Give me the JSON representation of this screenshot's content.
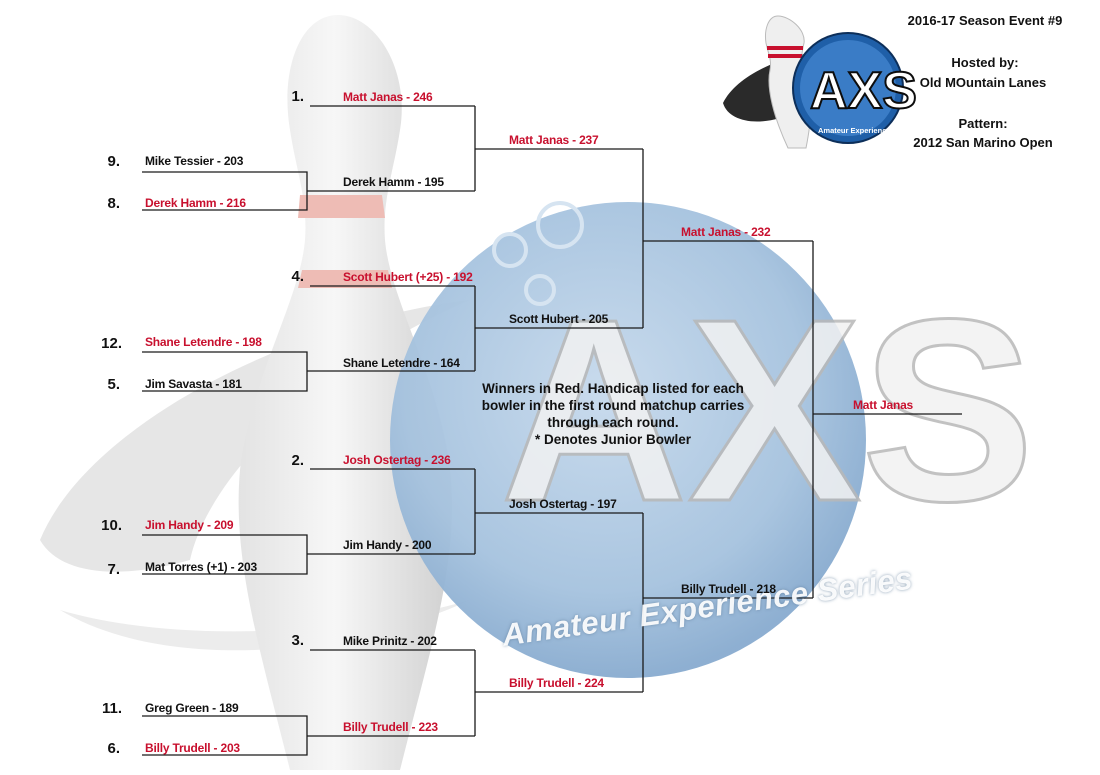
{
  "event": {
    "season_line": "2016-17 Season Event #9",
    "hosted_label": "Hosted by:",
    "host": "Old MOuntain Lanes",
    "pattern_label": "Pattern:",
    "pattern": "2012 San Marino Open"
  },
  "note": {
    "line1": "Winners in Red.  Handicap listed for each",
    "line2": "bowler in the first round matchup carries",
    "line3": "through each round.",
    "line4": "* Denotes Junior Bowler"
  },
  "logo": {
    "mark": "AXS",
    "ring_text": "Amateur Experience Series"
  },
  "watermark": {
    "text": "Amateur Experience Series"
  },
  "seeds": {
    "s1": "1.",
    "s9": "9.",
    "s8": "8.",
    "s4": "4.",
    "s12": "12.",
    "s5": "5.",
    "s2": "2.",
    "s10": "10.",
    "s7": "7.",
    "s3": "3.",
    "s11": "11.",
    "s6": "6."
  },
  "round1": {
    "m1_top": "Mike Tessier - 203",
    "m1_bottom": "Derek Hamm - 216",
    "m2_top": "Shane Letendre - 198",
    "m2_bottom": "Jim Savasta - 181",
    "m3_top": "Jim Handy - 209",
    "m3_bottom": "Mat Torres (+1) - 203",
    "m4_top": "Greg Green - 189",
    "m4_bottom": "Billy Trudell - 203"
  },
  "round2": {
    "m1_top": "Matt Janas - 246",
    "m1_bottom": "Derek Hamm - 195",
    "m2_top": "Scott Hubert (+25) - 192",
    "m2_bottom": "Shane Letendre - 164",
    "m3_top": "Josh Ostertag - 236",
    "m3_bottom": "Jim Handy - 200",
    "m4_top": "Mike Prinitz - 202",
    "m4_bottom": "Billy Trudell - 223"
  },
  "round3": {
    "m1_top": "Matt Janas - 237",
    "m1_bottom": "Scott Hubert - 205",
    "m2_top": "Josh Ostertag - 197",
    "m2_bottom": "Billy Trudell - 224"
  },
  "round4": {
    "top": "Matt Janas - 232",
    "bottom": "Billy Trudell - 218"
  },
  "champion": {
    "name": "Matt Janas"
  },
  "colors": {
    "winner": "#c8102e",
    "text": "#111111",
    "line": "#1a1a1a",
    "logo_blue": "#1f5fa8",
    "watermark_blue": "#8fb4d8"
  }
}
